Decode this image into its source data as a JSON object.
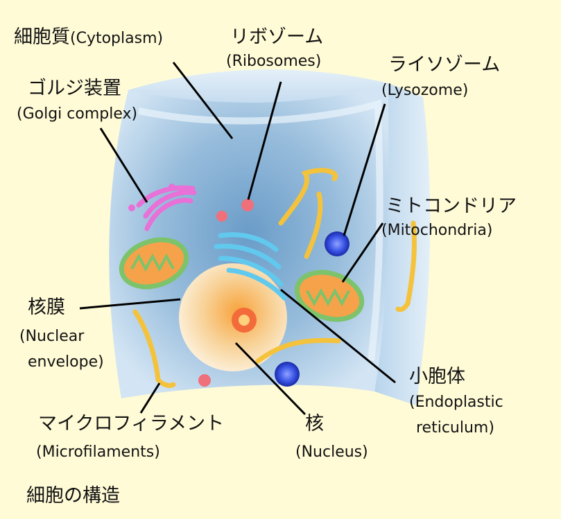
{
  "caption": "細胞の構造",
  "labels": {
    "cytoplasm": {
      "jp": "細胞質",
      "en": "(Cytoplasm)"
    },
    "ribosomes": {
      "jp": "リボゾーム",
      "en": "(Ribosomes)"
    },
    "lysozome": {
      "jp": "ライソゾーム",
      "en": "(Lysozome)"
    },
    "golgi": {
      "jp": "ゴルジ装置",
      "en": "(Golgi complex)"
    },
    "mitochondria": {
      "jp": "ミトコンドリア",
      "en": "(Mitochondria)"
    },
    "nuclear_envelope": {
      "jp": "核膜",
      "en1": "(Nuclear",
      "en2": "envelope)"
    },
    "endoplasmic": {
      "jp": "小胞体",
      "en1": "(Endoplastic",
      "en2": "reticulum)"
    },
    "microfilaments": {
      "jp": "マイクロフィラメント",
      "en": "(Microfilaments)"
    },
    "nucleus": {
      "jp": "核",
      "en": "(Nucleus)"
    }
  },
  "colors": {
    "background": "#fffbd7",
    "cell_front": "#a9c9e6",
    "cell_side": "#c4dcef",
    "nucleus": "#f3b15f",
    "mitochondria": "#7cc36b",
    "golgi": "#e870d6",
    "er": "#62c9ee",
    "ribosome": "#ef6f7a",
    "lysozome": "#3f55e0",
    "microfilament": "#f5c23c"
  }
}
